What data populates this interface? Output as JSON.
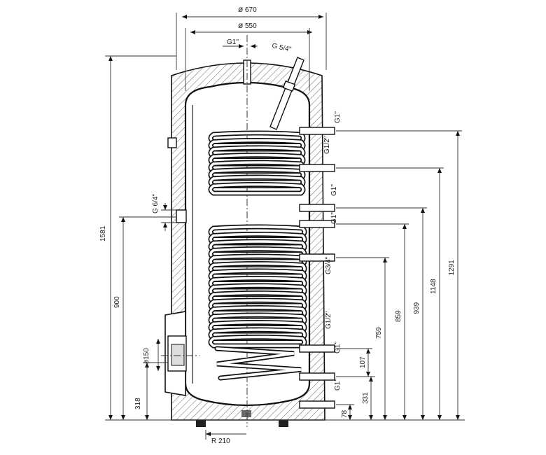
{
  "dimensions": {
    "outer_diameter": "670",
    "inner_diameter": "550",
    "thread_top_center": "G1\"",
    "thread_top_sensor": "G 5/4\"",
    "height_total": "1581",
    "height_side_port": "900",
    "height_flange": "318",
    "flange_diameter": "ø150",
    "thread_side_left": "G 6/4\"",
    "radius": "R 210"
  },
  "right_side": {
    "threads": [
      "G1\"",
      "G1/2\"",
      "G1\"",
      "G1\"",
      "G3/4\"",
      "G1/2\"",
      "G1\"",
      "G1\""
    ],
    "heights": [
      "1291",
      "1148",
      "939",
      "859",
      "759",
      "107",
      "331",
      "78"
    ]
  }
}
